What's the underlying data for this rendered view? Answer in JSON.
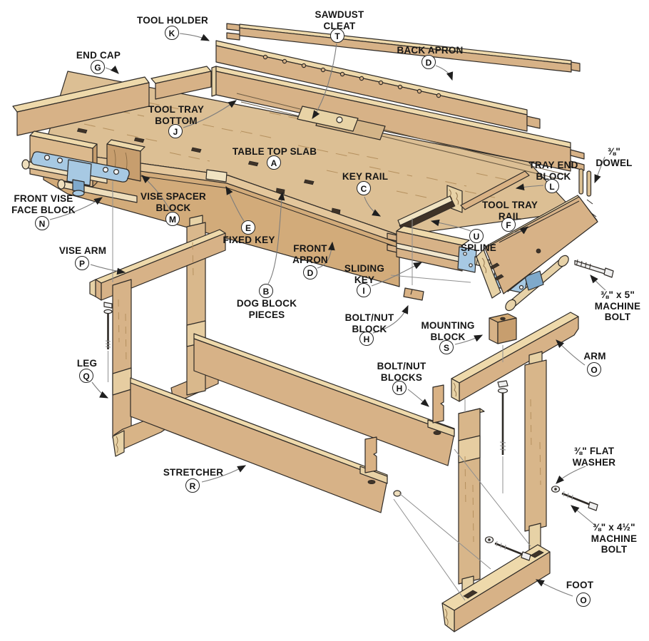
{
  "labels": {
    "tool_holder": {
      "text": "TOOL HOLDER",
      "letter": "K"
    },
    "sawdust_cleat": {
      "text": "SAWDUST\nCLEAT",
      "letter": "T"
    },
    "back_apron": {
      "text": "BACK APRON",
      "letter": "D"
    },
    "end_cap": {
      "text": "END CAP",
      "letter": "G"
    },
    "tool_tray_bottom": {
      "text": "TOOL TRAY\nBOTTOM",
      "letter": "J"
    },
    "table_top_slab": {
      "text": "TABLE TOP SLAB",
      "letter": "A"
    },
    "key_rail": {
      "text": "KEY RAIL",
      "letter": "C"
    },
    "dowel": {
      "text": "⅜\" DOWEL",
      "letter": ""
    },
    "tray_end_block": {
      "text": "TRAY END\nBLOCK",
      "letter": "L"
    },
    "tool_tray_rail": {
      "text": "TOOL TRAY\nRAIL",
      "letter": "F"
    },
    "front_vise_face_block": {
      "text": "FRONT VISE\nFACE BLOCK",
      "letter": "N"
    },
    "vise_spacer_block": {
      "text": "VISE SPACER\nBLOCK",
      "letter": "M"
    },
    "fixed_key": {
      "text": "FIXED KEY",
      "letter": "E"
    },
    "vise_arm": {
      "text": "VISE ARM",
      "letter": "P"
    },
    "front_apron": {
      "text": "FRONT\nAPRON",
      "letter": "D"
    },
    "dog_block_pieces": {
      "text": "DOG BLOCK\nPIECES",
      "letter": "B"
    },
    "sliding_key": {
      "text": "SLIDING\nKEY",
      "letter": "I"
    },
    "spline": {
      "text": "SPLINE",
      "letter": "U"
    },
    "bolt_nut_block": {
      "text": "BOLT/NUT\nBLOCK",
      "letter": "H"
    },
    "mounting_block": {
      "text": "MOUNTING\nBLOCK",
      "letter": "S"
    },
    "machine_bolt_5": {
      "text": "⅜\" x 5\"\nMACHINE\nBOLT",
      "letter": ""
    },
    "leg": {
      "text": "LEG",
      "letter": "Q"
    },
    "bolt_nut_blocks": {
      "text": "BOLT/NUT\nBLOCKS",
      "letter": "H"
    },
    "arm": {
      "text": "ARM",
      "letter": "O"
    },
    "stretcher": {
      "text": "STRETCHER",
      "letter": "R"
    },
    "flat_washer": {
      "text": "⅜\" FLAT\nWASHER",
      "letter": ""
    },
    "machine_bolt_45": {
      "text": "⅜\" x 4½\"\nMACHINE\nBOLT",
      "letter": ""
    },
    "foot": {
      "text": "FOOT",
      "letter": "O"
    }
  },
  "colors": {
    "wood_face": "#d7b287",
    "wood_top_edge": "#eed9ab",
    "wood_shaded": "#c79e6e",
    "end_grain": "#e7d2a6",
    "hardware_blue": "#a7c9e3",
    "outline": "#2e2a26",
    "leader": "#7d7d7d",
    "text": "#161616",
    "background": "#ffffff"
  }
}
